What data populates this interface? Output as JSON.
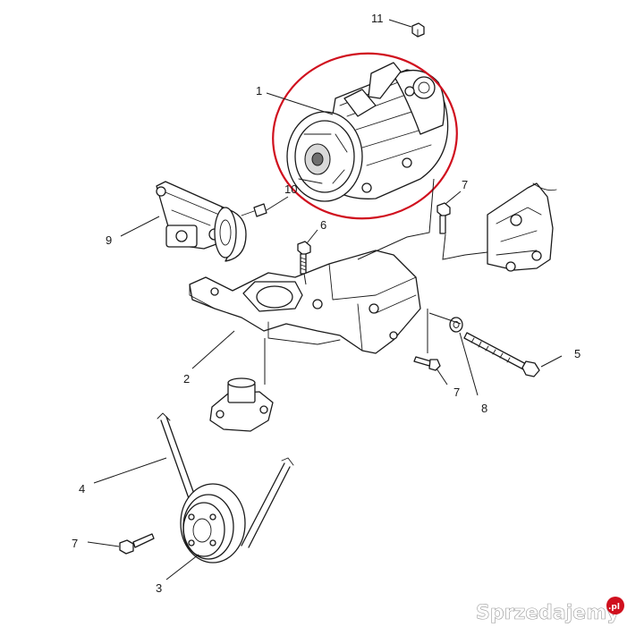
{
  "diagram": {
    "callouts": [
      {
        "id": "c1",
        "label": "1"
      },
      {
        "id": "c2",
        "label": "2"
      },
      {
        "id": "c3",
        "label": "3"
      },
      {
        "id": "c4",
        "label": "4"
      },
      {
        "id": "c5",
        "label": "5"
      },
      {
        "id": "c6",
        "label": "6"
      },
      {
        "id": "c7a",
        "label": "7"
      },
      {
        "id": "c7b",
        "label": "7"
      },
      {
        "id": "c7c",
        "label": "7"
      },
      {
        "id": "c8",
        "label": "8"
      },
      {
        "id": "c9",
        "label": "9"
      },
      {
        "id": "c10",
        "label": "10"
      },
      {
        "id": "c11",
        "label": "11"
      }
    ],
    "highlight_color": "#d0101e"
  },
  "watermark": {
    "brand": "Sprzedajemy",
    "domain_badge": ".pl"
  }
}
